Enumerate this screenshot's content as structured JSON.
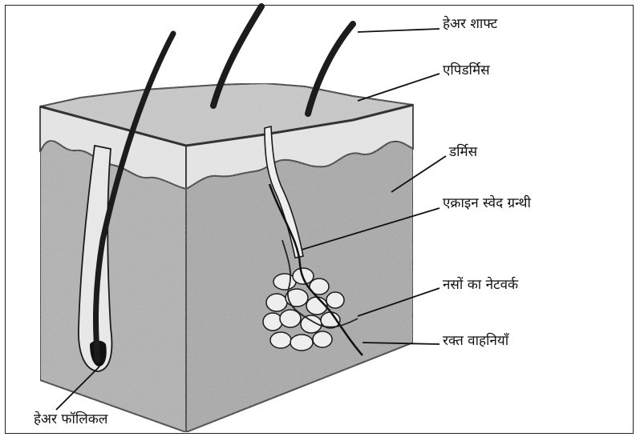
{
  "labels": {
    "hair_shaft": "हेअर शाफ्ट",
    "epidermis": "एपिडर्मिस",
    "dermis": "डर्मिस",
    "eccrine_gland": "एक्राइन स्वेद ग्रन्थी",
    "nerve_network": "नसों का नेटवर्क",
    "blood_vessels": "रक्त वाहनियाँ",
    "hair_follicle": "हेअर फॉलिकल"
  },
  "colors": {
    "outline": "#1a1a1a",
    "front_face": "#b3b3b3",
    "side_face": "#a8a8a8",
    "top_face": "#c9c9c9",
    "epidermis_band": "#e3e3e3",
    "hair": "#1c1c1c"
  }
}
